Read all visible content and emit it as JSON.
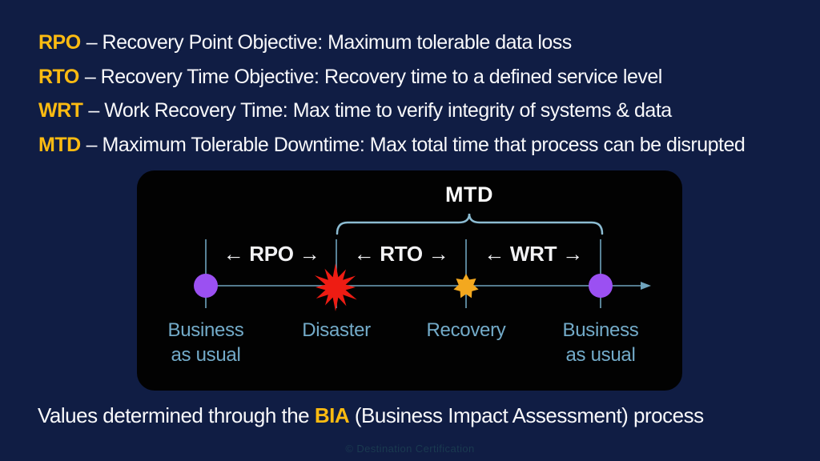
{
  "slide_background": "#101d44",
  "colors": {
    "accent_gold": "#fdbb11",
    "text_white": "#f8f8fa",
    "diagram_background": "#020202",
    "timeline_blue": "#6fa3bd",
    "brace_blue": "#8cbcd2",
    "milestone_label_blue": "#73abc9",
    "marker_purple": "#9b50f2",
    "marker_red": "#ee1c13",
    "marker_orange": "#f3a81f"
  },
  "definitions": [
    {
      "acronym": "RPO",
      "text": "– Recovery Point Objective: Maximum tolerable data loss"
    },
    {
      "acronym": "RTO",
      "text": "– Recovery Time Objective: Recovery time to a defined service level"
    },
    {
      "acronym": "WRT",
      "text": "– Work Recovery Time: Max time to verify integrity of systems & data"
    },
    {
      "acronym": "MTD",
      "text": "– Maximum Tolerable Downtime: Max total time that process can be disrupted"
    }
  ],
  "diagram": {
    "mtd_label": "MTD",
    "intervals": [
      {
        "label": "← RPO →"
      },
      {
        "label": "← RTO →"
      },
      {
        "label": "← WRT →"
      }
    ],
    "milestones": [
      {
        "label": "Business\nas usual"
      },
      {
        "label": "Disaster"
      },
      {
        "label": "Recovery"
      },
      {
        "label": "Business\nas usual"
      }
    ]
  },
  "footer": {
    "prefix": "Values determined through the ",
    "highlight": "BIA",
    "suffix": " (Business Impact Assessment) process"
  },
  "watermark": "© Destination Certification"
}
